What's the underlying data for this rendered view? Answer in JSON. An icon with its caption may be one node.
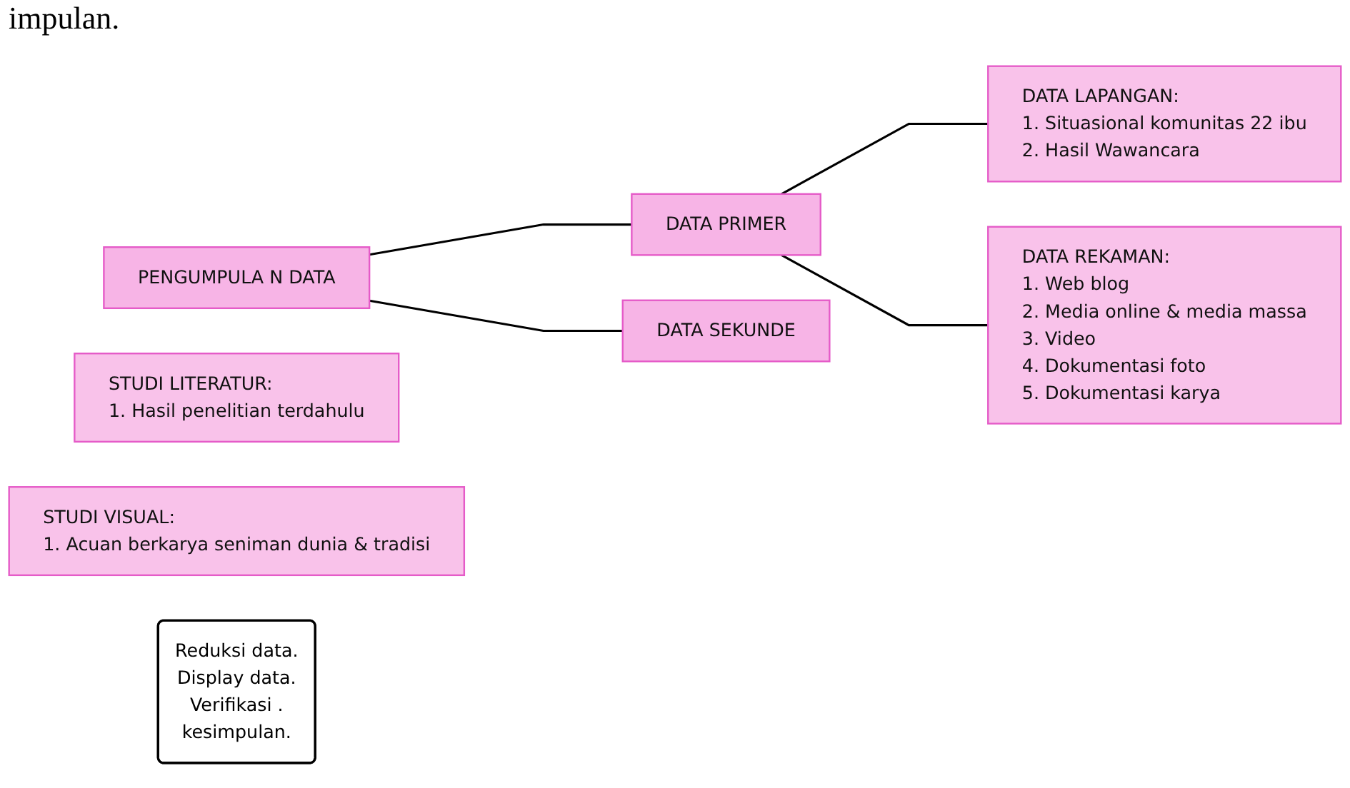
{
  "diagram": {
    "nodes": [
      {
        "text": [
          "PENGUMPULA N DATA"
        ]
      },
      {
        "text": [
          "DATA PRIMER"
        ]
      },
      {
        "text": [
          "DATA SEKUNDE"
        ]
      },
      {
        "text": [
          "DATA LAPANGAN:",
          "1. Situasional komunitas 22 ibu",
          "2. Hasil Wawancara"
        ]
      },
      {
        "text": [
          "DATA REKAMAN:",
          "1. Web blog",
          "2. Media online & media massa",
          "3. Video",
          "4. Dokumentasi foto",
          "5. Dokumentasi karya"
        ]
      },
      {
        "text": [
          "STUDI LITERATUR:",
          "1. Hasil penelitian terdahulu"
        ]
      },
      {
        "text": [
          "STUDI VISUAL:",
          "1. Acuan berkarya seniman dunia & tradisi"
        ]
      },
      {
        "text": [
          "Reduksi data.",
          "Display data.",
          "Verifikasi .",
          "kesimpulan."
        ]
      }
    ],
    "edges": [
      {
        "from": 0,
        "to": 1,
        "arrow": "none"
      },
      {
        "from": 0,
        "to": 2,
        "arrow": "none"
      },
      {
        "from": 1,
        "to": 3,
        "arrow": "none"
      },
      {
        "from": 1,
        "to": 4,
        "arrow": "none"
      }
    ],
    "labels": [
      "impulan."
    ]
  }
}
